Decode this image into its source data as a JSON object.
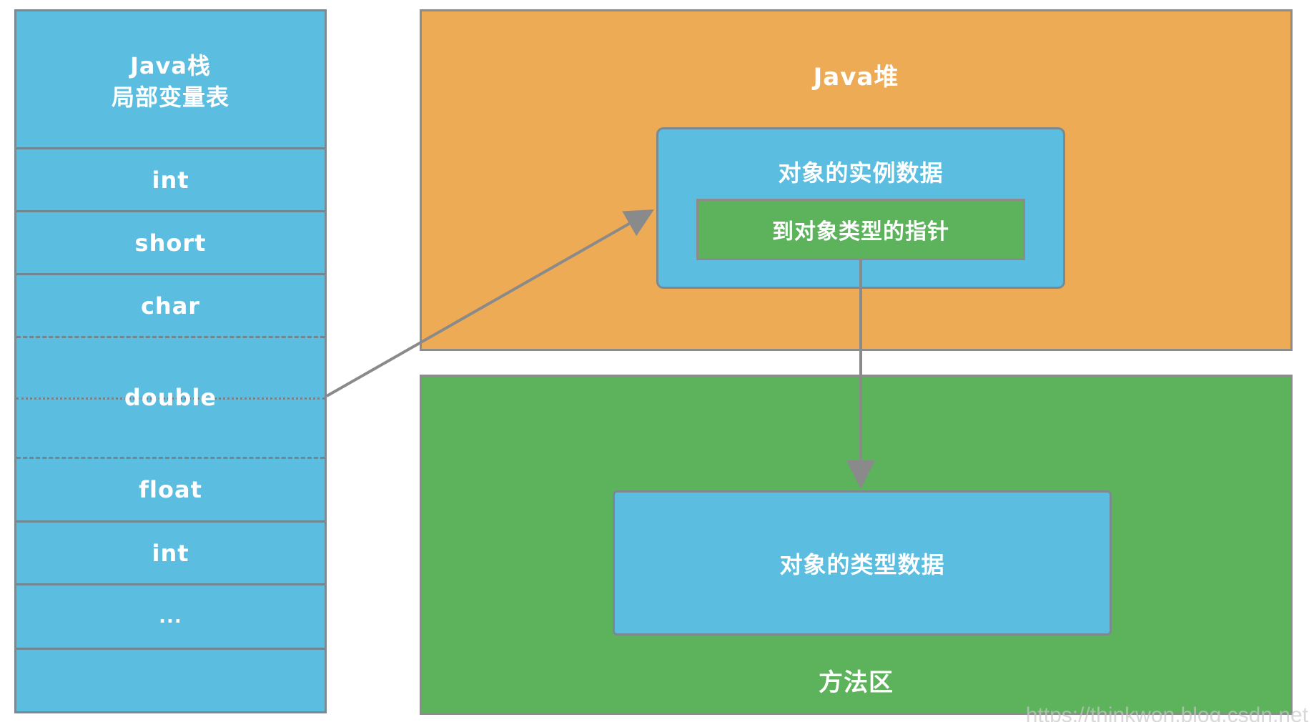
{
  "stack": {
    "header_line1": "Java栈",
    "header_line2": "局部变量表",
    "slots": [
      "int",
      "short",
      "char",
      "double",
      "float",
      "int",
      "...",
      ""
    ]
  },
  "heap": {
    "title": "Java堆",
    "instance_data": "对象的实例数据",
    "type_pointer": "到对象类型的指针"
  },
  "method_area": {
    "title": "方法区",
    "type_data": "对象的类型数据"
  },
  "watermark": "https://thinkwon.blog.csdn.net",
  "colors": {
    "stack_blue": "#5bbddf",
    "heap_orange": "#edab55",
    "method_green": "#5cb35c",
    "border_gray": "#8c8c8c",
    "arrow_gray": "#8a8a8a"
  }
}
